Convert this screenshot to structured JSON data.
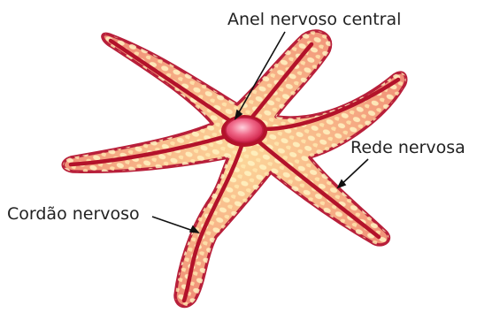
{
  "diagram": {
    "labels": {
      "central_ring": "Anel nervoso central",
      "nerve_net": "Rede nervosa",
      "nerve_cord": "Cordão nervoso"
    },
    "colors": {
      "outline": "#b81f3a",
      "body_fill": "#f39a7e",
      "body_glow": "#fbd29a",
      "cord": "#b3122a",
      "ring": "#e7365c",
      "leader": "#111111"
    }
  }
}
